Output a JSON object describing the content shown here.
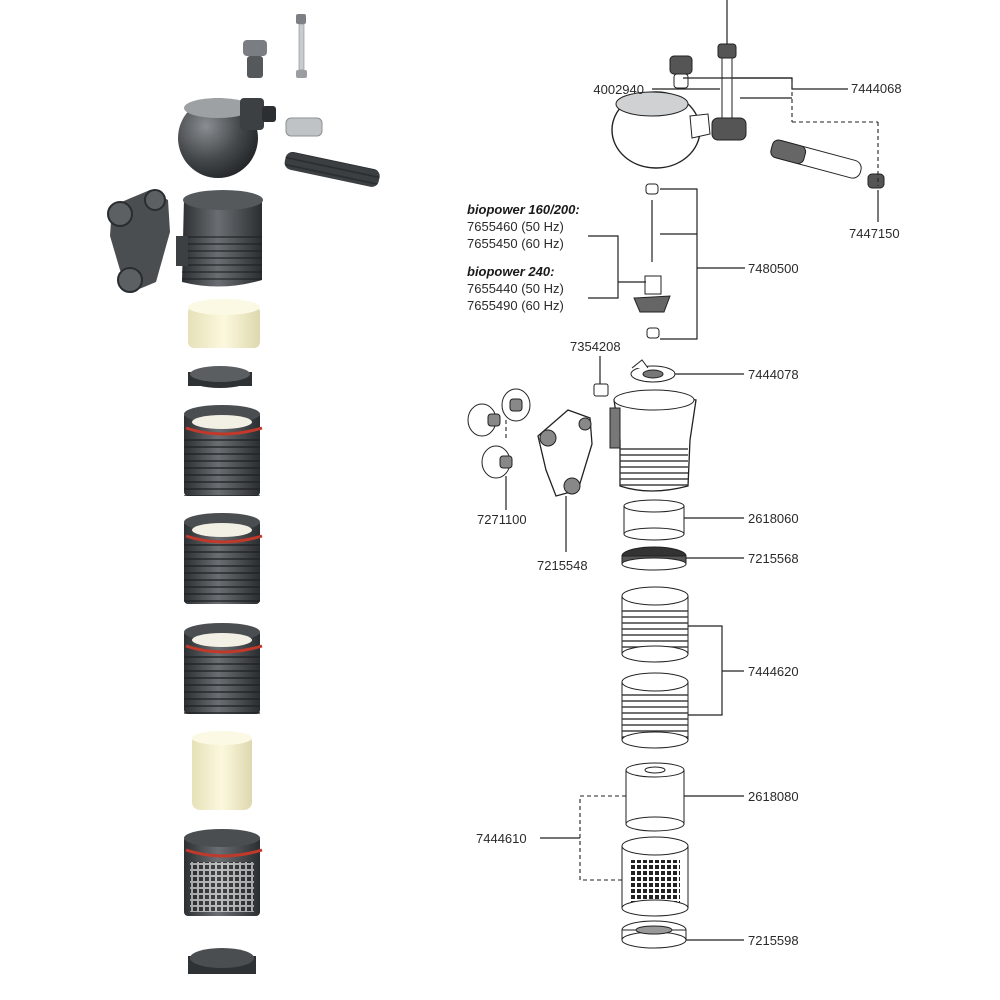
{
  "labels": {
    "p4002940": "4002940",
    "p7444068": "7444068",
    "p7447150": "7447150",
    "p7480500": "7480500",
    "group160_title": "biopower 160/200:",
    "group160_line1": "7655460 (50 Hz)",
    "group160_line2": "7655450 (60 Hz)",
    "group240_title": "biopower 240:",
    "group240_line1": "7655440 (50 Hz)",
    "group240_line2": "7655490 (60 Hz)",
    "p7354208": "7354208",
    "p7444078": "7444078",
    "p7271100": "7271100",
    "p7215548": "7215548",
    "p2618060": "2618060",
    "p7215568": "7215568",
    "p7444620": "7444620",
    "p2618080": "2618080",
    "p7444610": "7444610",
    "p7215598": "7215598"
  },
  "colors": {
    "part_dark": "#3e4144",
    "part_mid": "#5a5e62",
    "sponge": "#f0ecc8",
    "ring_red": "#c0392b",
    "ceramic": "#f2efe4"
  }
}
